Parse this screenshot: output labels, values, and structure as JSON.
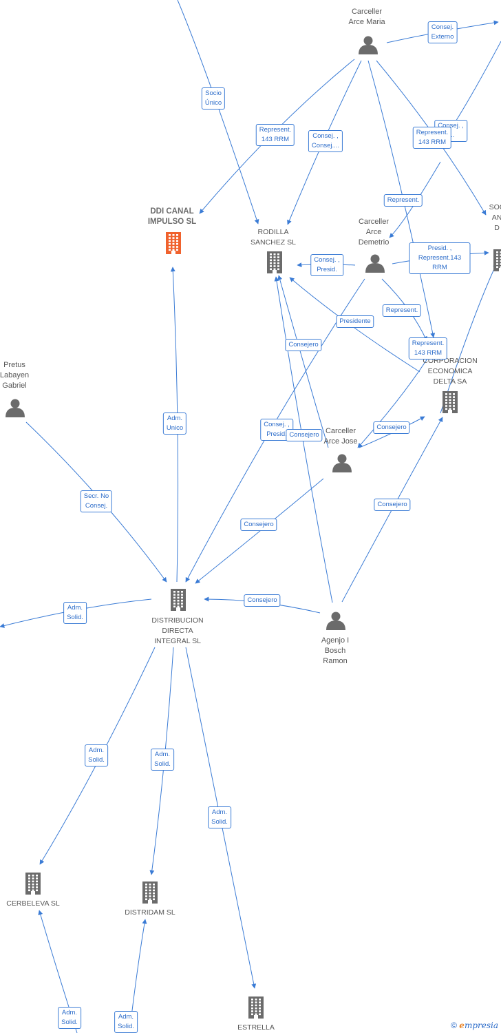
{
  "colors": {
    "edge": "#3a7bd5",
    "icon": "#6b6b6b",
    "highlight": "#f0622d",
    "label_text": "#2a6bc9"
  },
  "nodes": [
    {
      "id": "carceller_maria",
      "type": "person",
      "label": "Carceller\nArce Maria"
    },
    {
      "id": "ddi_canal",
      "type": "company",
      "highlight": true,
      "label": "DDI CANAL\nIMPULSO  SL"
    },
    {
      "id": "rodilla",
      "type": "company",
      "label": "RODILLA\nSANCHEZ SL"
    },
    {
      "id": "carceller_demetrio",
      "type": "person",
      "label": "Carceller\nArce\nDemetrio"
    },
    {
      "id": "soc_partial",
      "type": "company",
      "label": "SOC\nAN\nD"
    },
    {
      "id": "corporacion",
      "type": "company",
      "label": "CORPORACION\nECONOMICA\nDELTA SA"
    },
    {
      "id": "pretus",
      "type": "person",
      "label": "Pretus\nLabayen\nGabriel"
    },
    {
      "id": "carceller_jose",
      "type": "person",
      "label": "Carceller\nArce Jose"
    },
    {
      "id": "distribucion",
      "type": "company",
      "label": "DISTRIBUCION\nDIRECTA\nINTEGRAL  SL"
    },
    {
      "id": "agenjo",
      "type": "person",
      "label": "Agenjo I\nBosch\nRamon"
    },
    {
      "id": "cerbeleva",
      "type": "company",
      "label": "CERBELEVA SL"
    },
    {
      "id": "distridam",
      "type": "company",
      "label": "DISTRIDAM SL"
    },
    {
      "id": "estrella",
      "type": "company",
      "label": "ESTRELLA"
    }
  ],
  "edge_labels": [
    "Consej.\nExterno",
    "Socio\nÚnico",
    "Represent.\n143 RRM",
    "Consej. ,\nConsej....",
    "Consej. ,\n....",
    "Represent.\n143 RRM",
    "Represent.",
    "Consej. ,\nPresid.",
    "Presid. ,\nRepresent.143 RRM",
    "Represent.",
    "Presidente",
    "Represent.\n143 RRM",
    "Consejero",
    "Adm.\nUnico",
    "Consej. ,\nPresid.",
    "Consejero",
    "Consejero",
    "Secr.  No\nConsej.",
    "Consejero",
    "Consejero",
    "Consejero",
    "Adm.\nSolid.",
    "Adm.\nSolid.",
    "Adm.\nSolid.",
    "Adm.\nSolid.",
    "Adm.\nSolid.",
    "Adm.\nSolid."
  ],
  "footer": {
    "copyright": "©",
    "brand_initial": "e",
    "brand_rest": "mpresia"
  }
}
